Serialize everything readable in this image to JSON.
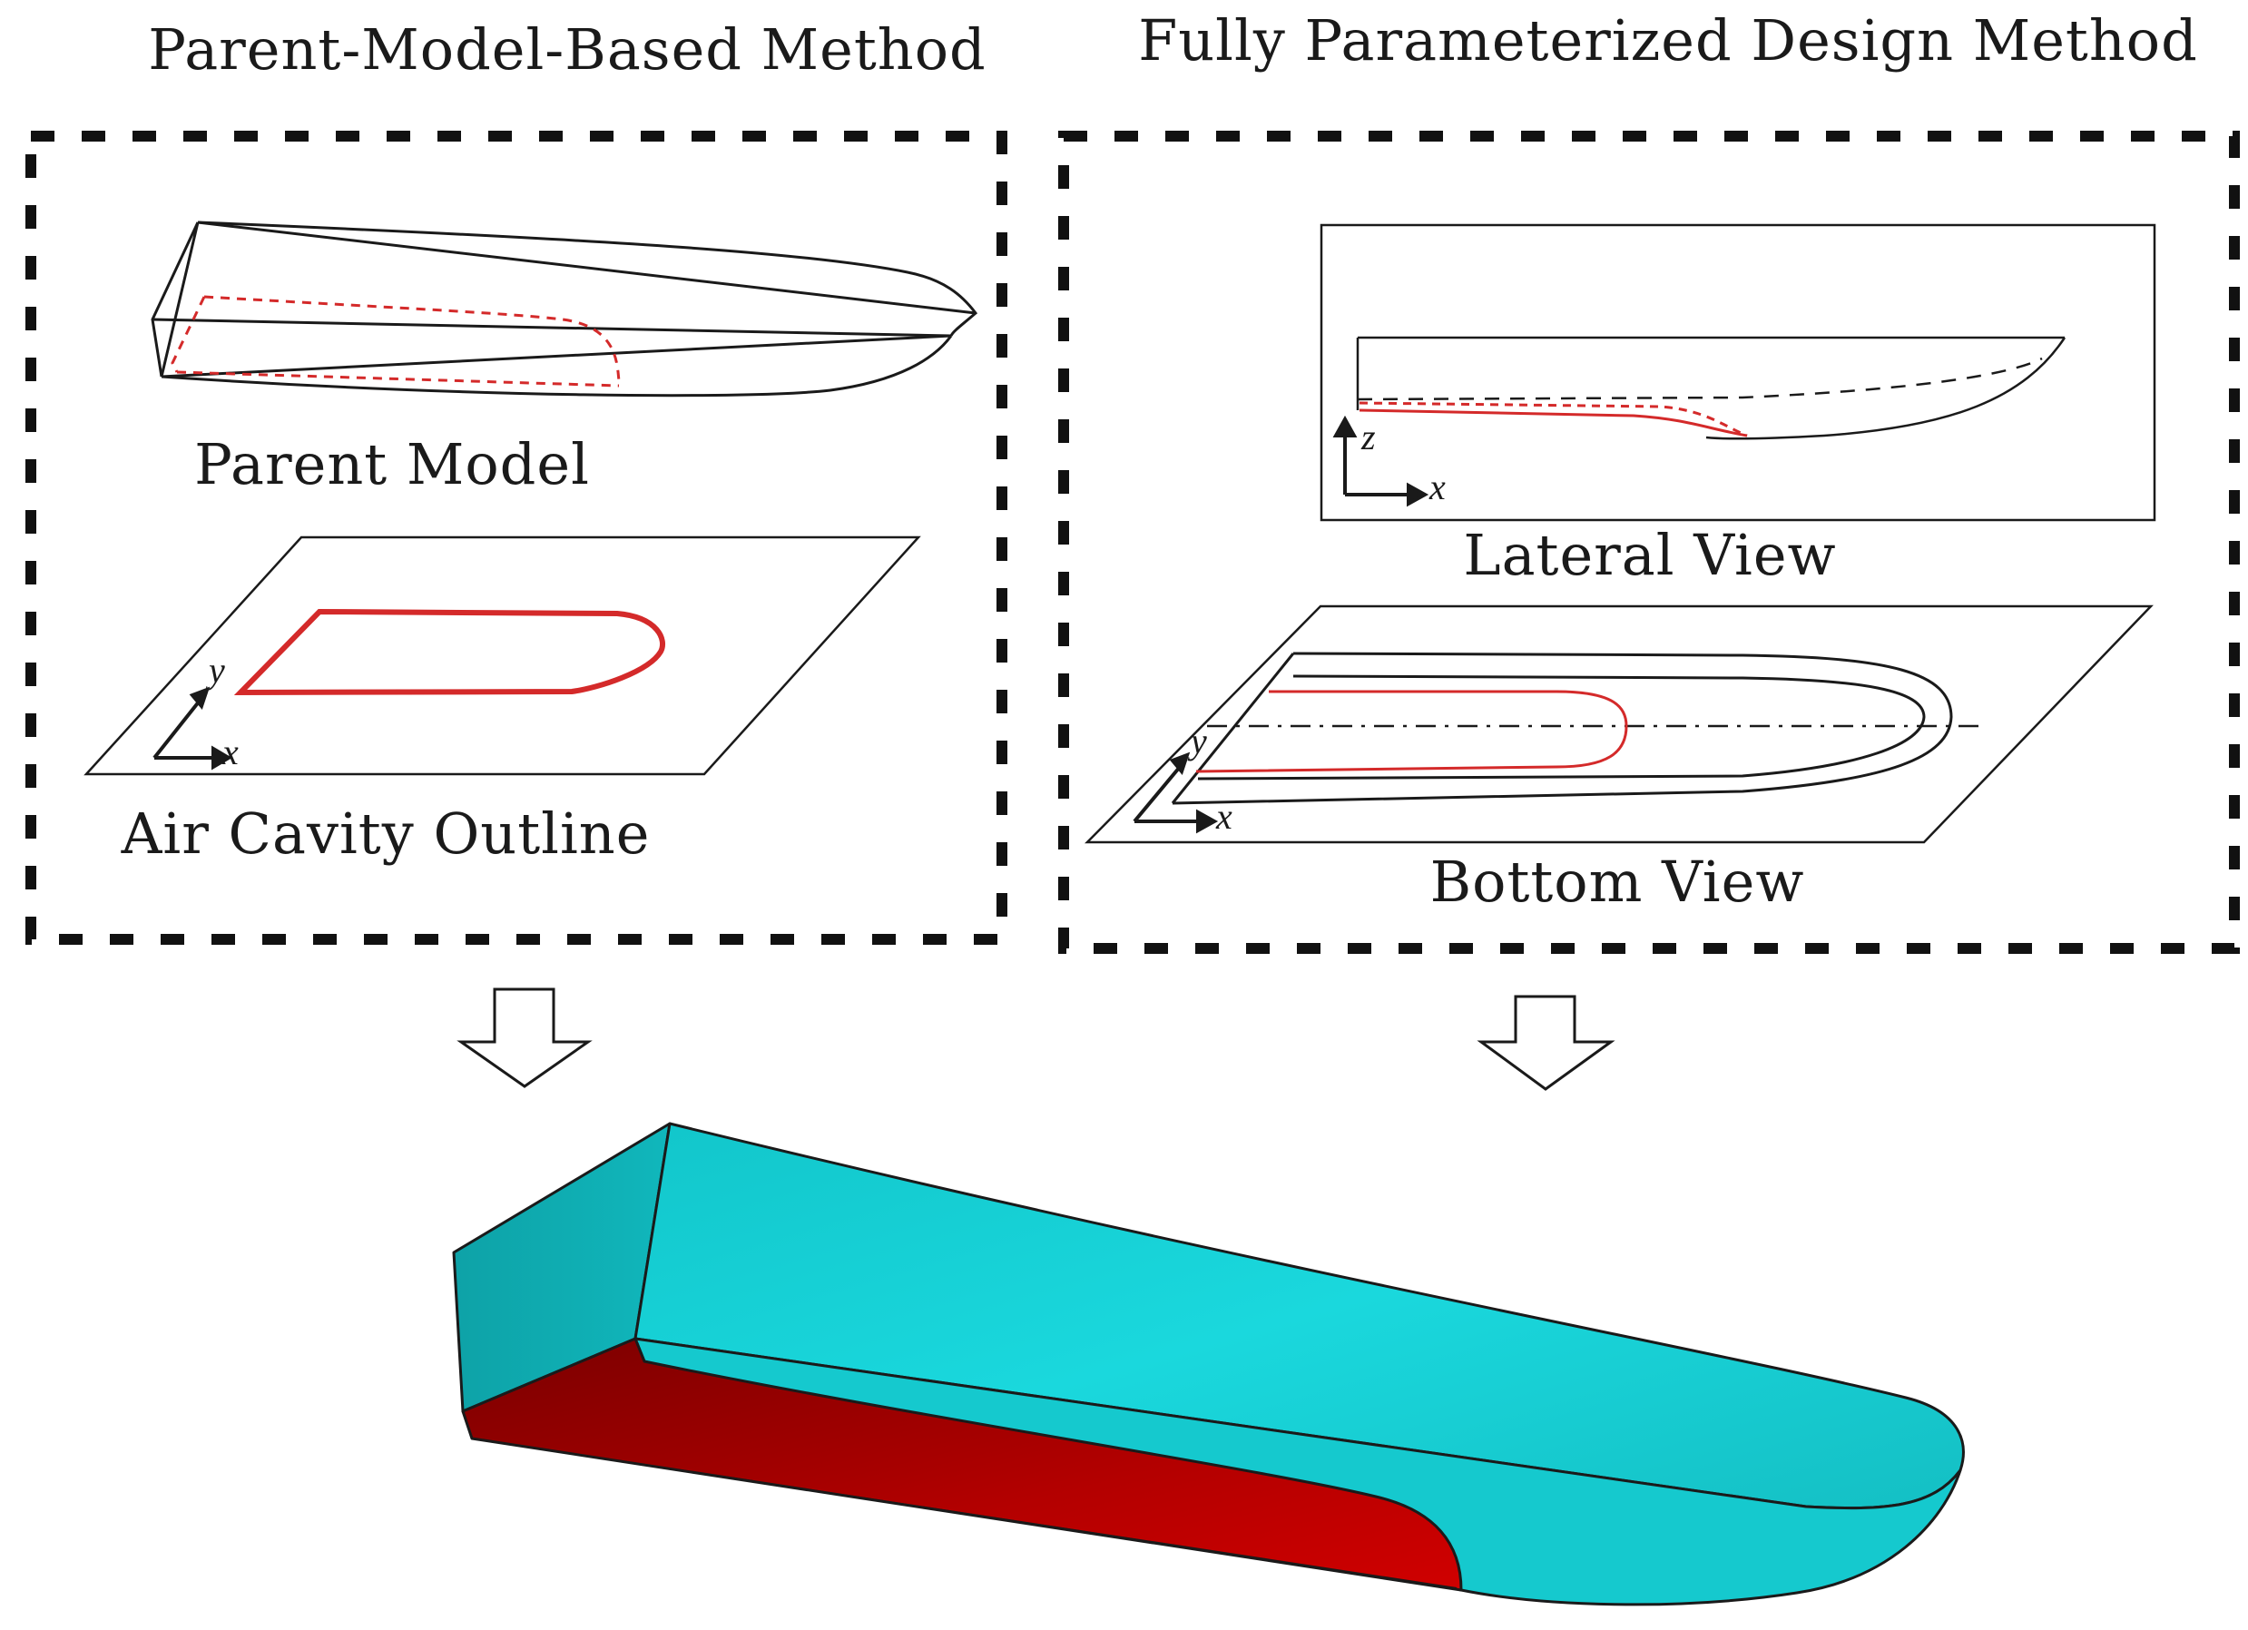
{
  "headings": {
    "left": "Parent-Model-Based Method",
    "right": "Fully Parameterized Design Method"
  },
  "labels": {
    "parent_model": "Parent Model",
    "air_cavity_outline": "Air Cavity Outline",
    "lateral_view": "Lateral View",
    "bottom_view": "Bottom View"
  },
  "axes": {
    "x": "x",
    "y": "y",
    "z": "z"
  },
  "colors": {
    "cavity_red": "#d42a2a",
    "hull_cyan": "#17d3d8",
    "cavity_dark_red": "#b10000",
    "outline": "#1a1a1a"
  }
}
